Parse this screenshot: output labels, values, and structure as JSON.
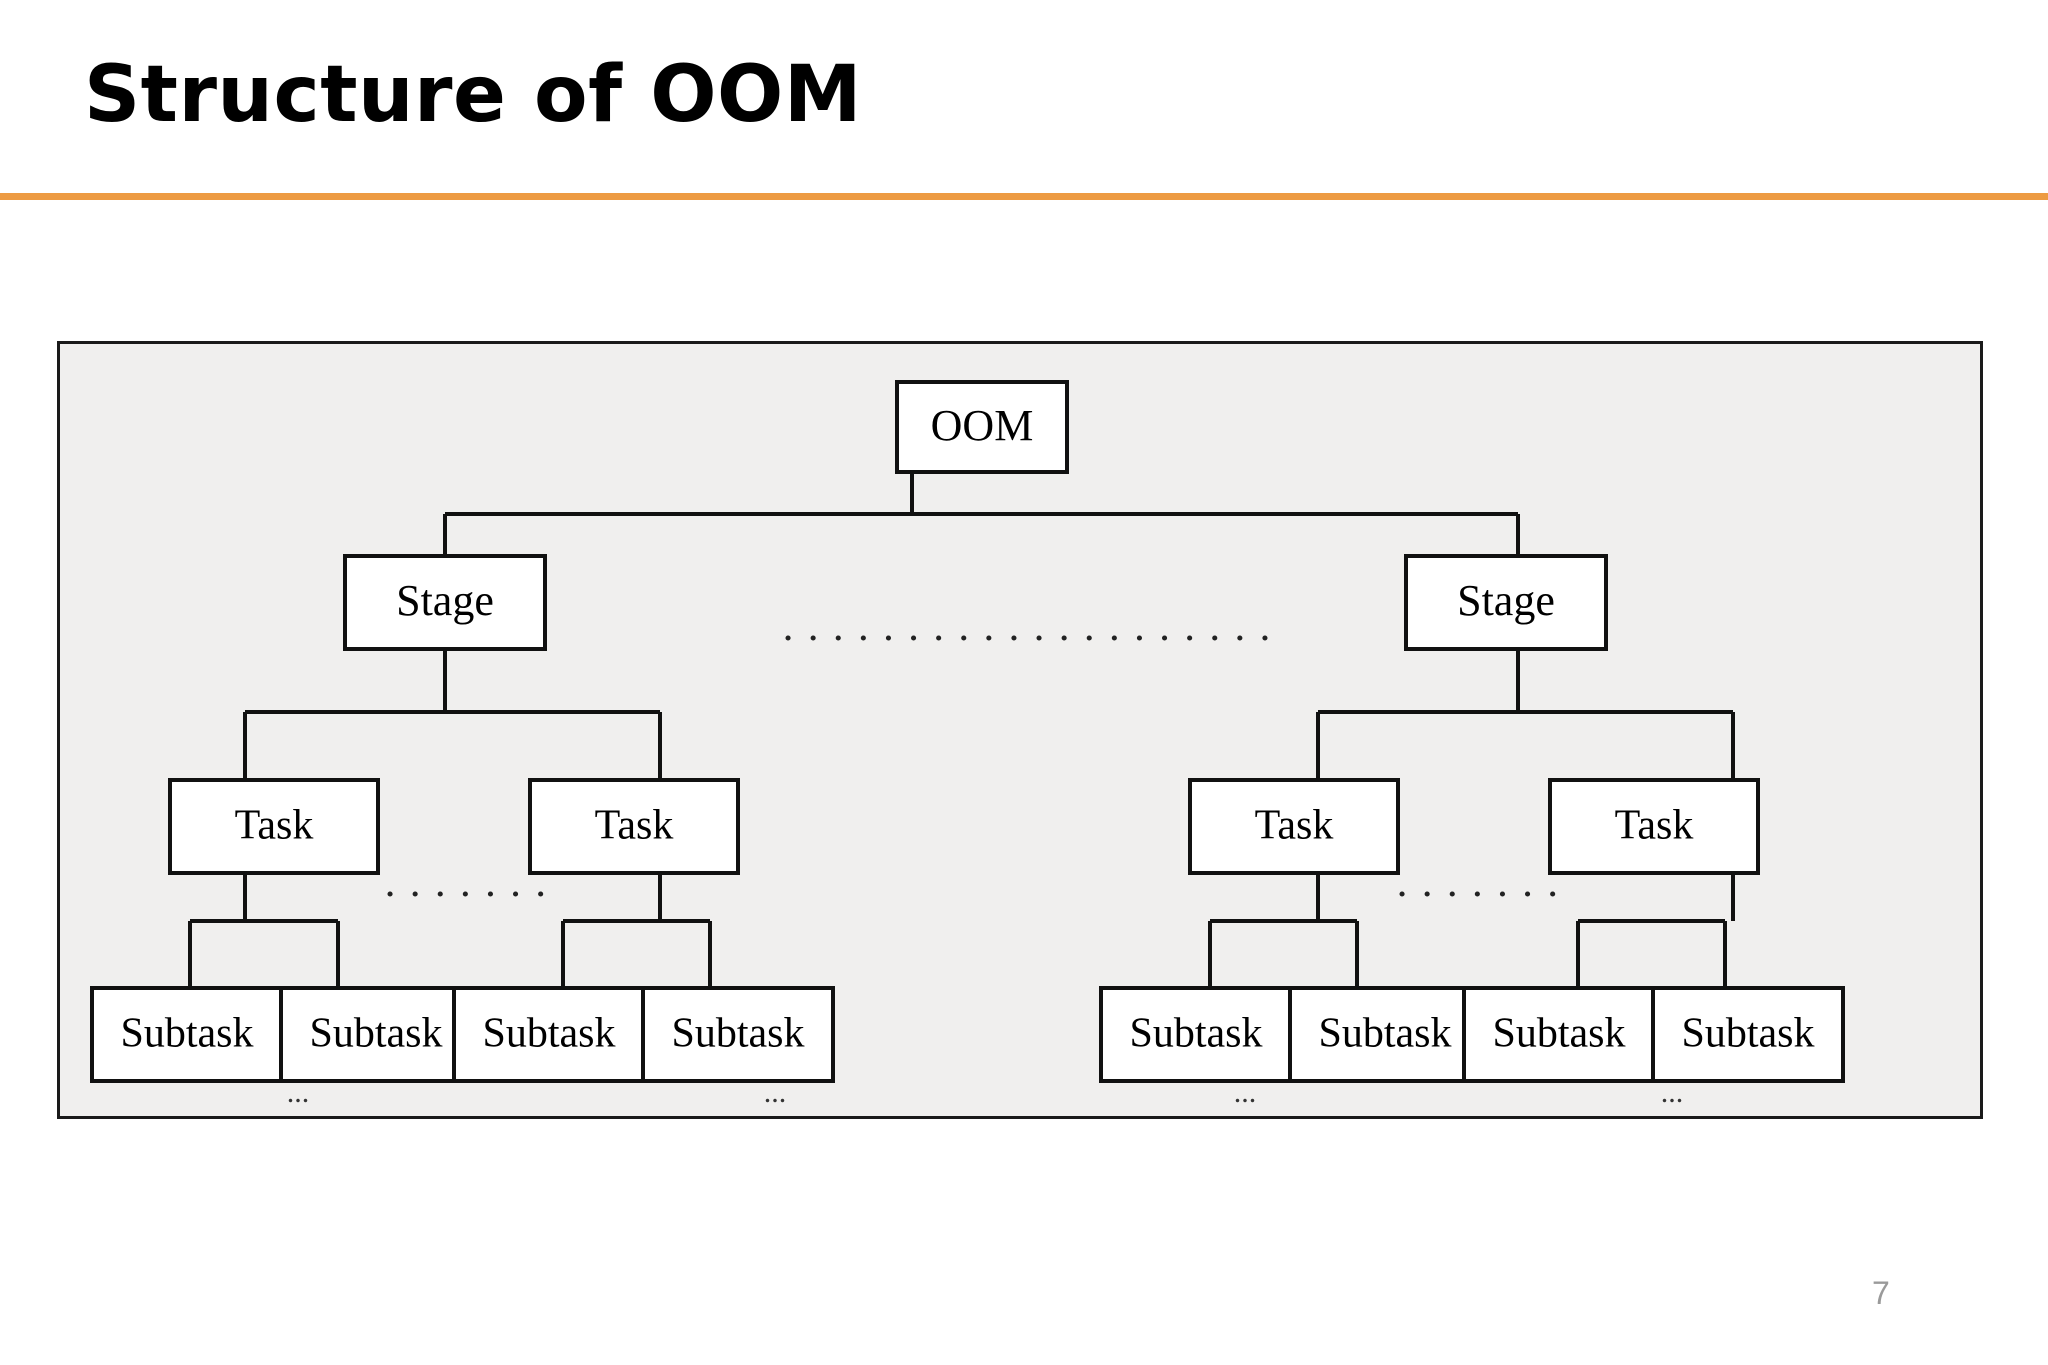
{
  "slide": {
    "title": "Structure of OOM",
    "page_number": "7",
    "accent_color": "#ED9B43",
    "panel_background": "#F0EFEE",
    "node_fill": "#FFFFFF",
    "node_border": "#111111"
  },
  "diagram": {
    "type": "tree",
    "root": {
      "label": "OOM"
    },
    "level_labels": {
      "level1": "Stage",
      "level2": "Task",
      "level3": "Subtask"
    },
    "nodes": {
      "root": "OOM",
      "stages": [
        "Stage",
        "Stage"
      ],
      "tasks": [
        "Task",
        "Task",
        "Task",
        "Task"
      ],
      "subtasks": [
        "Subtask",
        "Subtask",
        "Subtask",
        "Subtask",
        "Subtask",
        "Subtask",
        "Subtask",
        "Subtask"
      ]
    },
    "continuation_marks": {
      "stage_gap": "dotted-line",
      "task_gap": "dotted-line",
      "subtask_gap": "...",
      "subtask_ellipsis_count": 4
    }
  }
}
